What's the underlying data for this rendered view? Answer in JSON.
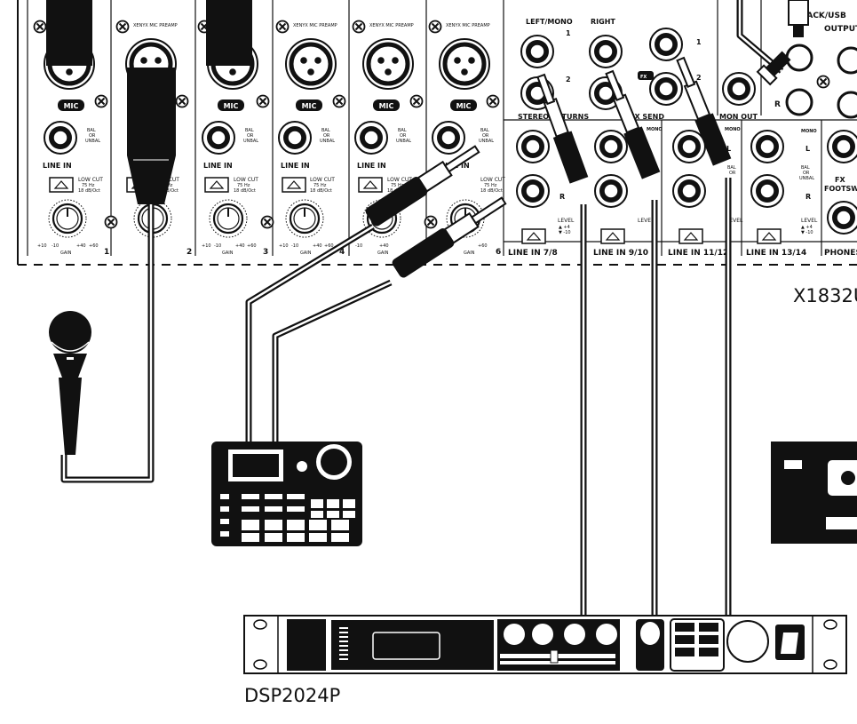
{
  "mixer": {
    "model": "X1832U",
    "mic_badge": "MIC",
    "preamp_label": "XENYX MIC PREAMP",
    "line_in": "LINE IN",
    "bal_unbal": [
      "BAL",
      "OR",
      "UNBAL"
    ],
    "low_cut": [
      "LOW CUT",
      "75 Hz",
      "18 dB/Oct"
    ],
    "gain": "GAIN",
    "gain_scale": [
      "+10",
      "-10",
      "+40",
      "+60"
    ],
    "channel_numbers": [
      "1",
      "2",
      "3",
      "4",
      "5",
      "6"
    ],
    "left_mono": "LEFT/MONO",
    "right": "RIGHT",
    "num_1": "1",
    "num_2": "2",
    "fx": "FX",
    "stereo_returns": "STEREO RETURNS",
    "aux_send": "AUX SEND",
    "mon_out": "MON OUT",
    "mono": "MONO",
    "l": "L",
    "r": "R",
    "level": "LEVEL",
    "level_scale": [
      "▲ +4",
      "▼ -10"
    ],
    "line_in_pairs": [
      "LINE IN 7/8",
      "LINE IN 9/10",
      "LINE IN 11/12",
      "LINE IN 13/14"
    ],
    "usb_out": [
      "JACK/USB",
      "OUTPUT"
    ],
    "fx_footsw": [
      "FX",
      "FOOTSW"
    ],
    "phones": "PHONES"
  },
  "dsp": {
    "model": "DSP2024P"
  },
  "icons": [
    "microphone-icon",
    "drum-machine-icon",
    "tape-deck-icon",
    "dsp-rack-icon"
  ]
}
